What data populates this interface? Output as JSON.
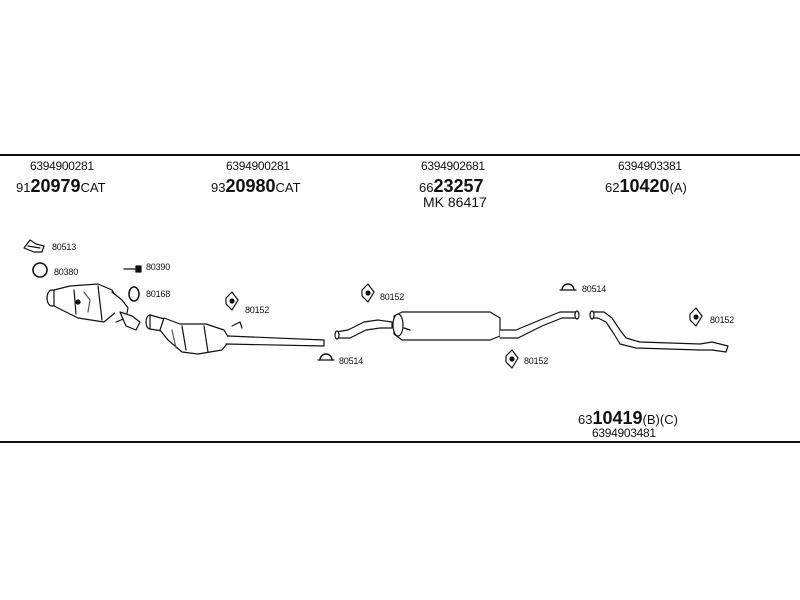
{
  "sections": [
    {
      "oe": "6394900281",
      "prefix": "91",
      "main": "20979",
      "suffix": "CAT"
    },
    {
      "oe": "6394900281",
      "prefix": "93",
      "main": "20980",
      "suffix": "CAT"
    },
    {
      "oe": "6394902681",
      "prefix": "66",
      "main": "23257",
      "suffix": "",
      "extra": "MK  86417"
    },
    {
      "oe": "6394903381",
      "prefix": "62",
      "main": "10420",
      "suffix": "(A)"
    }
  ],
  "bottom": {
    "prefix": "63",
    "main": "10419",
    "suffix": "(B)(C)",
    "oe": "6394903481"
  },
  "parts": {
    "p80513": "80513",
    "p80380": "80380",
    "p80390": "80390",
    "p80168": "80168",
    "p80152a": "80152",
    "p80514a": "80514",
    "p80152b": "80152",
    "p80152c": "80152",
    "p80514b": "80514",
    "p80152d": "80152"
  }
}
